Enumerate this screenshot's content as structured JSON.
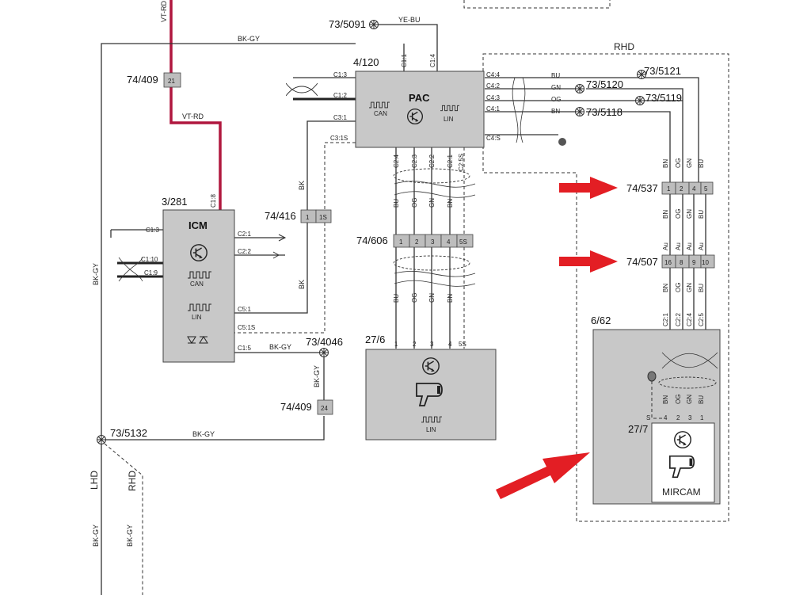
{
  "wire_colors": {
    "vt_rd": "VT-RD",
    "bk_gy": "BK-GY",
    "ye_bu": "YE-BU",
    "bk": "BK",
    "bu": "BU",
    "gn": "GN",
    "og": "OG",
    "bn": "BN",
    "au": "Au"
  },
  "regions": {
    "lhd": "LHD",
    "rhd": "RHD"
  },
  "components": {
    "pac": {
      "id": "4/120",
      "name": "PAC",
      "can": "CAN",
      "lin": "LIN"
    },
    "icm": {
      "id": "3/281",
      "name": "ICM",
      "can": "CAN",
      "lin": "LIN"
    },
    "cam1": {
      "id": "27/6",
      "lin": "LIN"
    },
    "cam_unit": {
      "id": "6/62"
    },
    "mircam": {
      "id": "27/7",
      "name": "MIRCAM"
    }
  },
  "connectors": {
    "c74_409_top": {
      "id": "74/409",
      "pin": "21"
    },
    "c74_409_bot": {
      "id": "74/409",
      "pin": "24"
    },
    "c74_416": {
      "id": "74/416",
      "pins": [
        "1",
        "1S"
      ]
    },
    "c74_606": {
      "id": "74/606",
      "pins": [
        "1",
        "2",
        "3",
        "4",
        "5S"
      ]
    },
    "c74_537": {
      "id": "74/537",
      "pins": [
        "1",
        "2",
        "4",
        "5"
      ]
    },
    "c74_507": {
      "id": "74/507",
      "pins": [
        "16",
        "8",
        "9",
        "10"
      ]
    }
  },
  "splices": {
    "s5091": "73/5091",
    "s5121": "73/5121",
    "s5120": "73/5120",
    "s5119": "73/5119",
    "s5118": "73/5118",
    "s4046": "73/4046",
    "s5132": "73/5132"
  },
  "pins": {
    "pac_top": [
      "C1:1",
      "C1:4"
    ],
    "pac_left": [
      "C1:3",
      "C1:2",
      "C3:1",
      "C3:1S"
    ],
    "pac_right": [
      "C4:4",
      "C4:2",
      "C4:3",
      "C4:1",
      "C4:S"
    ],
    "pac_bottom": [
      "C2:4",
      "C2:3",
      "C2:2",
      "C2:1",
      "C2:5S"
    ],
    "icm_top": "C1:8",
    "icm_left": [
      "C1:3",
      "C1:10",
      "C1:9"
    ],
    "icm_right": [
      "C2:1",
      "C2:2",
      "C5:1",
      "C5:1S",
      "C1:5"
    ],
    "cam1_top": [
      "1",
      "2",
      "3",
      "4",
      "5S"
    ],
    "camunit_top": [
      "C2:1",
      "C2:2",
      "C2:4",
      "C2:5"
    ],
    "mircam_top": [
      "S",
      "4",
      "2",
      "3",
      "1"
    ]
  },
  "annotations": {
    "arrow_colors": "#e31e24",
    "arrow_targets": [
      "74/537",
      "74/507",
      "6/62"
    ]
  }
}
